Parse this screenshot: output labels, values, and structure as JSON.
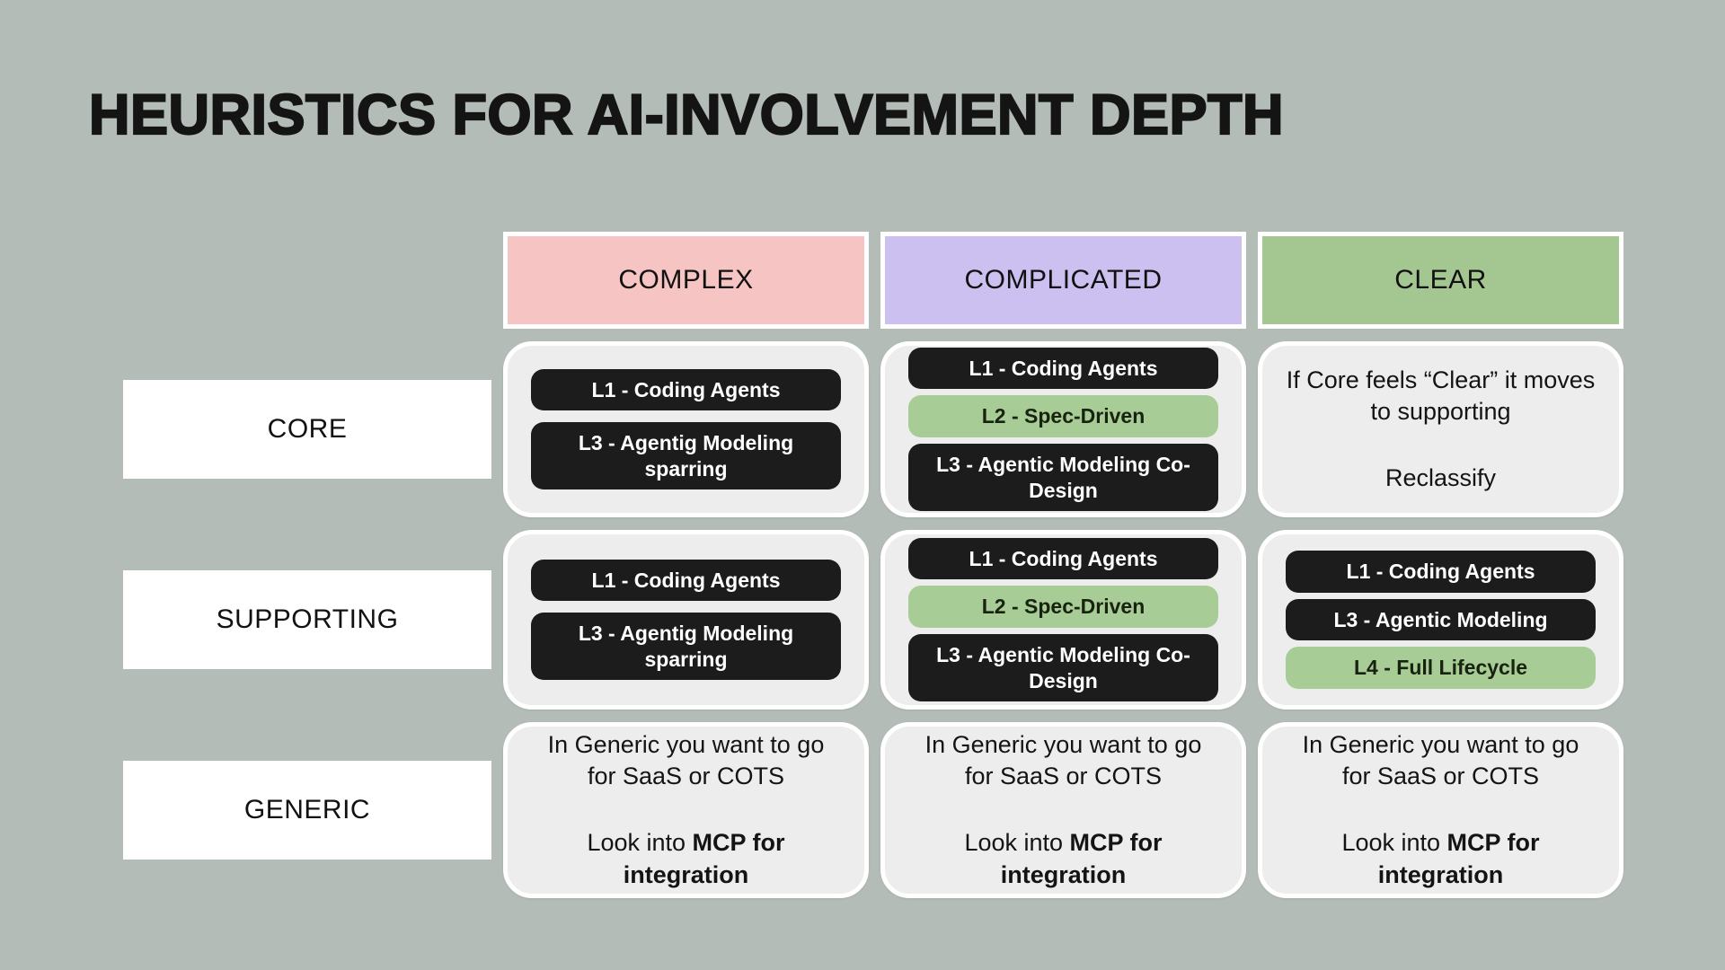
{
  "title": "HEURISTICS FOR AI-INVOLVEMENT DEPTH",
  "colors": {
    "background": "#b3bcb6",
    "header_complex": "#f6c5c3",
    "header_complicated": "#ccc0f1",
    "header_clear": "#a4c791",
    "cell_background": "#ededed",
    "pill_dark": "#1c1c1c",
    "pill_green": "#a8cc96",
    "border_white": "#ffffff"
  },
  "columns": [
    {
      "label": "COMPLEX",
      "color": "#f6c5c3"
    },
    {
      "label": "COMPLICATED",
      "color": "#ccc0f1"
    },
    {
      "label": "CLEAR",
      "color": "#a4c791"
    }
  ],
  "rows": [
    {
      "label": "CORE"
    },
    {
      "label": "SUPPORTING"
    },
    {
      "label": "GENERIC"
    }
  ],
  "cells": {
    "core_complex": {
      "pills": [
        {
          "label": "L1 - Coding Agents",
          "variant": "dark"
        },
        {
          "label": "L3 - Agentig Modeling sparring",
          "variant": "dark"
        }
      ]
    },
    "core_complicated": {
      "pills": [
        {
          "label": "L1 - Coding Agents",
          "variant": "dark"
        },
        {
          "label": "L2 - Spec-Driven",
          "variant": "green"
        },
        {
          "label": "L3 - Agentic Modeling Co-Design",
          "variant": "dark"
        }
      ]
    },
    "core_clear": {
      "line1": "If Core feels “Clear” it moves to supporting",
      "line2": "Reclassify"
    },
    "supporting_complex": {
      "pills": [
        {
          "label": "L1 - Coding Agents",
          "variant": "dark"
        },
        {
          "label": "L3 - Agentig Modeling sparring",
          "variant": "dark"
        }
      ]
    },
    "supporting_complicated": {
      "pills": [
        {
          "label": "L1 - Coding Agents",
          "variant": "dark"
        },
        {
          "label": "L2 - Spec-Driven",
          "variant": "green"
        },
        {
          "label": "L3 - Agentic Modeling Co-Design",
          "variant": "dark"
        }
      ]
    },
    "supporting_clear": {
      "pills": [
        {
          "label": "L1 - Coding Agents",
          "variant": "dark"
        },
        {
          "label": "L3 - Agentic Modeling",
          "variant": "dark"
        },
        {
          "label": "L4 - Full Lifecycle",
          "variant": "green"
        }
      ]
    },
    "generic_note": {
      "line1": "In Generic you want to go for SaaS or COTS",
      "line2_prefix": "Look into ",
      "line2_bold": "MCP for integration"
    }
  }
}
